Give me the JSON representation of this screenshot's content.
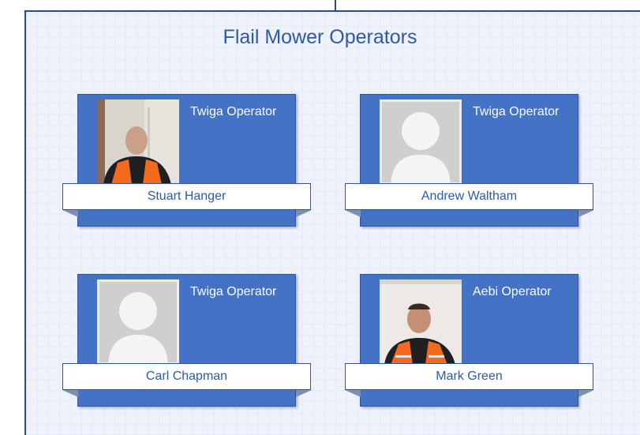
{
  "diagram": {
    "title": "Flail Mower Operators",
    "operators": [
      {
        "name": "Stuart Hanger",
        "role": "Twiga Operator",
        "photo": "person-photo"
      },
      {
        "name": "Andrew Waltham",
        "role": "Twiga Operator",
        "photo": "placeholder-avatar-icon"
      },
      {
        "name": "Carl Chapman",
        "role": "Twiga Operator",
        "photo": "placeholder-avatar-icon"
      },
      {
        "name": "Mark Green",
        "role": "Aebi Operator",
        "photo": "person-photo"
      }
    ]
  },
  "colors": {
    "card_fill": "#4472c4",
    "title_text": "#2e5aa8",
    "panel_background": "#eef2fa",
    "hi_vis_vest": "#f26a1b"
  }
}
